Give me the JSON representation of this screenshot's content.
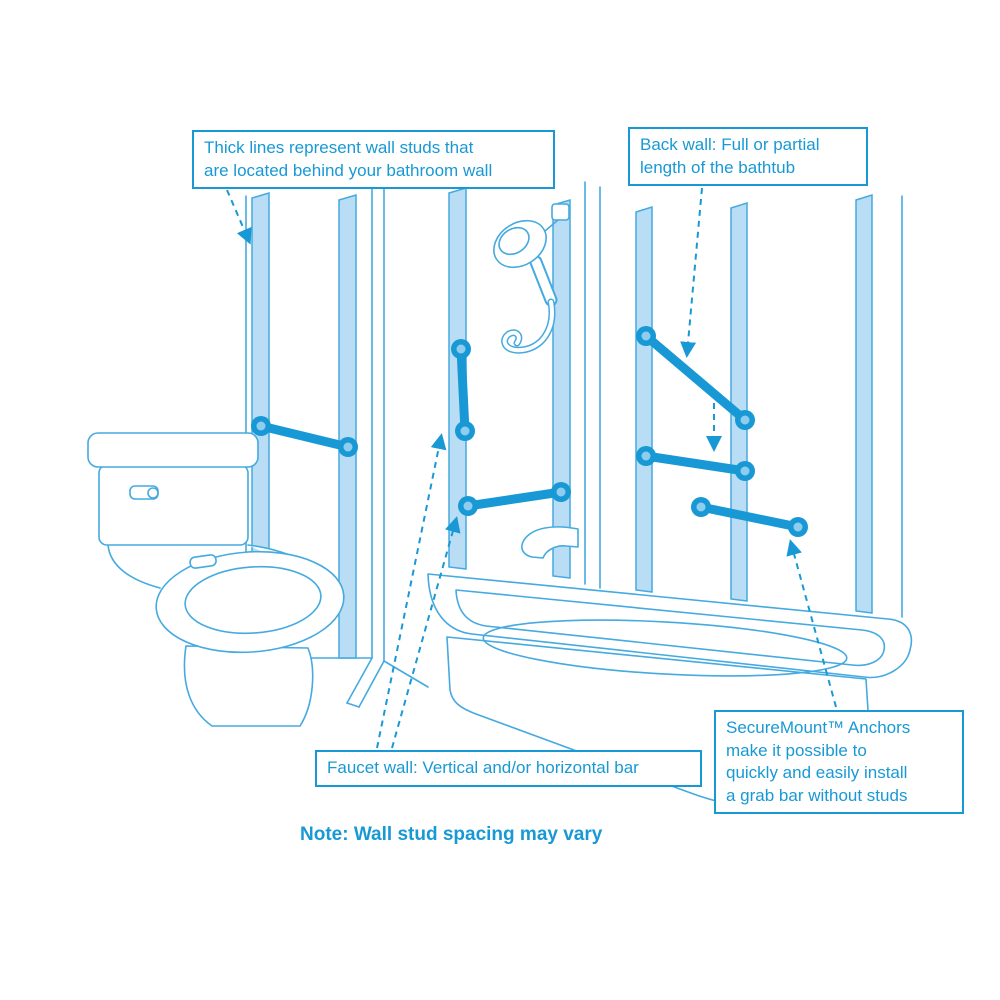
{
  "colors": {
    "accent": "#1899d5",
    "outline": "#45aadf",
    "stud-fill": "#b8ddf4",
    "flange-inner": "#8fcdee",
    "bg": "#ffffff"
  },
  "callouts": {
    "studs": {
      "text": "Thick lines represent wall studs that\nare located behind your bathroom wall"
    },
    "back_wall": {
      "text": "Back wall: Full or partial\nlength of the bathtub"
    },
    "faucet_wall": {
      "text": "Faucet wall: Vertical and/or horizontal bar"
    },
    "securemount": {
      "text": "SecureMount™ Anchors\nmake it possible to\nquickly and easily install\na grab bar without studs"
    }
  },
  "note": {
    "text": "Note: Wall stud spacing may vary"
  },
  "diagram": {
    "parts": [
      "toilet",
      "bathtub",
      "handheld-shower-head",
      "bathtub-faucet-spout",
      "wall-studs",
      "grab-bars"
    ],
    "stud_count": 7,
    "grab_bar_count": 6
  }
}
